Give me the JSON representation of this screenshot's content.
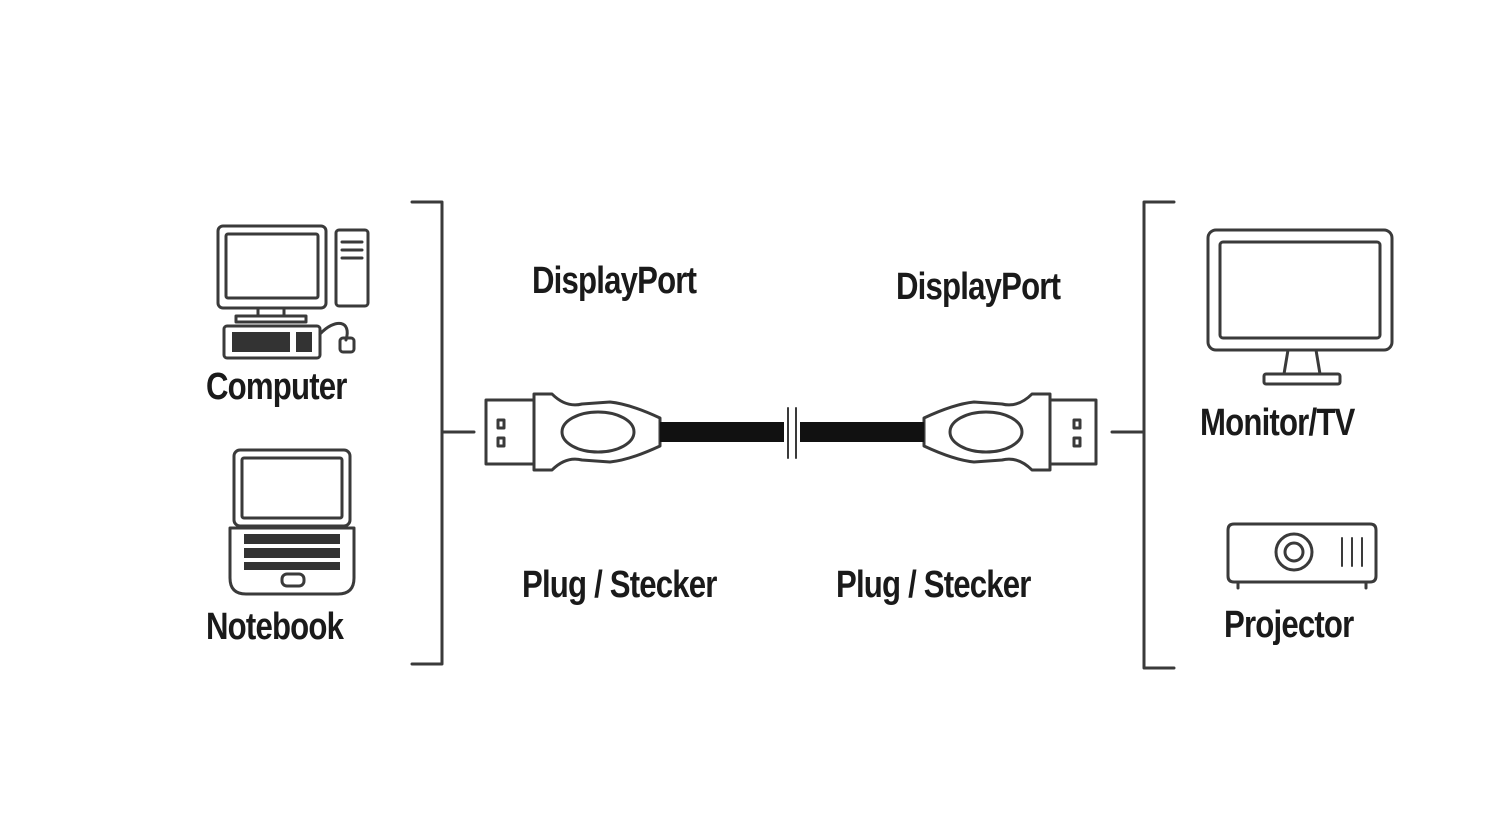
{
  "left_devices": {
    "computer": "Computer",
    "notebook": "Notebook"
  },
  "right_devices": {
    "monitor": "Monitor/TV",
    "projector": "Projector"
  },
  "connectors": {
    "left_type": "DisplayPort",
    "right_type": "DisplayPort",
    "left_kind": "Plug / Stecker",
    "right_kind": "Plug / Stecker"
  },
  "colors": {
    "line": "#3a3a3a",
    "cable": "#111111",
    "text": "#1a1a1a"
  }
}
